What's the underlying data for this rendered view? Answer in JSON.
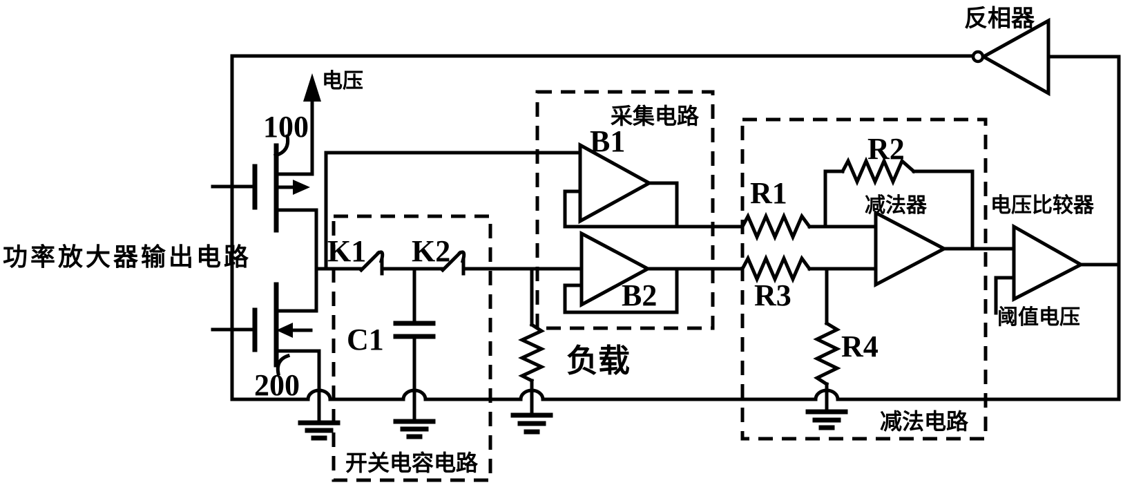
{
  "diagram": {
    "type": "circuit-schematic",
    "colors": {
      "ink": "#000000",
      "background": "#ffffff"
    },
    "labels": {
      "inverter": "反相器",
      "voltage": "电压",
      "mosfet_top_ref": "100",
      "mosfet_bottom_ref": "200",
      "power_amp_output": "功率放大器输出电路",
      "switch1": "K1",
      "switch2": "K2",
      "capacitor1": "C1",
      "switched_capacitor_box": "开关电容电路",
      "acquisition_box": "采集电路",
      "buffer1": "B1",
      "buffer2": "B2",
      "load": "负载",
      "resistor1": "R1",
      "resistor2": "R2",
      "resistor3": "R3",
      "resistor4": "R4",
      "subtractor": "减法器",
      "subtraction_box": "减法电路",
      "voltage_comparator": "电压比较器",
      "threshold_voltage": "阈值电压"
    }
  }
}
